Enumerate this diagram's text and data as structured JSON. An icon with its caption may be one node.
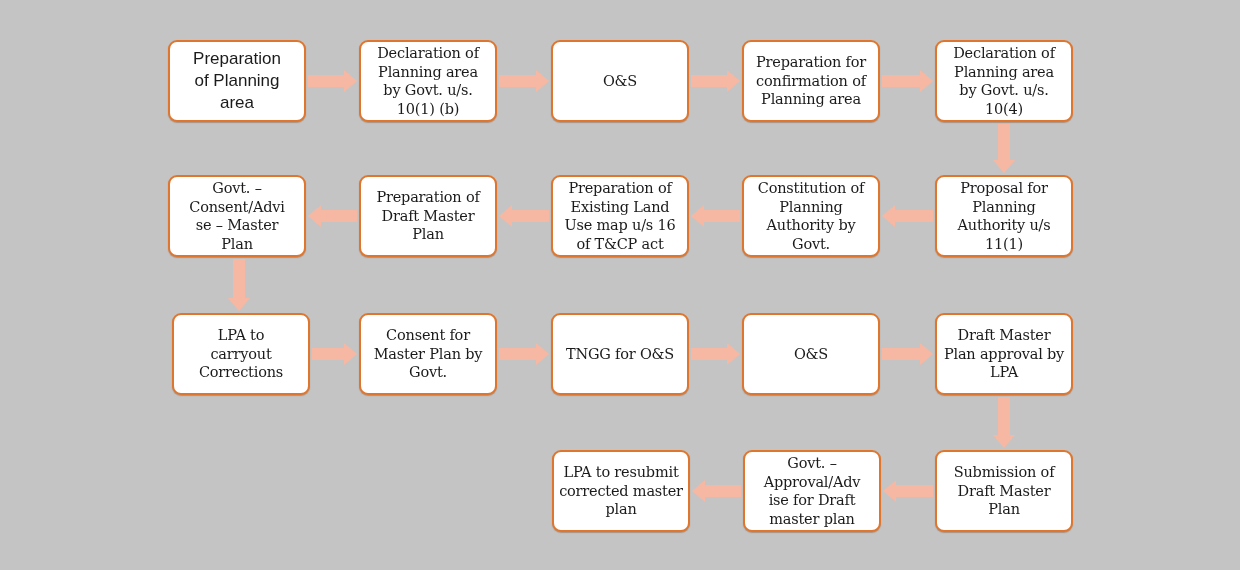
{
  "diagram": {
    "nodes": [
      {
        "text": [
          "Preparation of Planning area"
        ]
      },
      {
        "text": [
          "Declaration of Planning area by Govt. u/s. 10(1) (b)"
        ]
      },
      {
        "text": [
          "O&S"
        ]
      },
      {
        "text": [
          "Preparation for confirmation of Planning area"
        ]
      },
      {
        "text": [
          "Declaration of Planning area by Govt. u/s. 10(4)"
        ]
      },
      {
        "text": [
          "Govt. – Consent/Advi se – Master Plan"
        ]
      },
      {
        "text": [
          "Preparation of Draft Master Plan"
        ]
      },
      {
        "text": [
          "Preparation of Existing Land Use map u/s 16 of T&CP act"
        ]
      },
      {
        "text": [
          "Constitution of Planning Authority by Govt."
        ]
      },
      {
        "text": [
          "Proposal for Planning Authority u/s 11(1)"
        ]
      },
      {
        "text": [
          "LPA to carryout Corrections"
        ]
      },
      {
        "text": [
          "Consent for Master Plan by Govt."
        ]
      },
      {
        "text": [
          "TNGG for O&S"
        ]
      },
      {
        "text": [
          "O&S"
        ]
      },
      {
        "text": [
          "Draft Master Plan approval by LPA"
        ]
      },
      {
        "text": [
          "LPA to resubmit corrected master plan"
        ]
      },
      {
        "text": [
          "Govt. – Approval/Adv ise for Draft master plan"
        ]
      },
      {
        "text": [
          "Submission of Draft Master Plan"
        ]
      }
    ],
    "edges": [
      {
        "from": 0,
        "to": 1,
        "arrow": "to"
      },
      {
        "from": 1,
        "to": 2,
        "arrow": "to"
      },
      {
        "from": 2,
        "to": 3,
        "arrow": "to"
      },
      {
        "from": 3,
        "to": 4,
        "arrow": "to"
      },
      {
        "from": 4,
        "to": 9,
        "arrow": "to"
      },
      {
        "from": 9,
        "to": 8,
        "arrow": "to"
      },
      {
        "from": 8,
        "to": 7,
        "arrow": "to"
      },
      {
        "from": 7,
        "to": 6,
        "arrow": "to"
      },
      {
        "from": 6,
        "to": 5,
        "arrow": "to"
      },
      {
        "from": 5,
        "to": 10,
        "arrow": "to"
      },
      {
        "from": 10,
        "to": 11,
        "arrow": "to"
      },
      {
        "from": 11,
        "to": 12,
        "arrow": "to"
      },
      {
        "from": 12,
        "to": 13,
        "arrow": "to"
      },
      {
        "from": 13,
        "to": 14,
        "arrow": "to"
      },
      {
        "from": 14,
        "to": 17,
        "arrow": "to"
      },
      {
        "from": 17,
        "to": 16,
        "arrow": "to"
      },
      {
        "from": 16,
        "to": 15,
        "arrow": "to"
      }
    ]
  }
}
